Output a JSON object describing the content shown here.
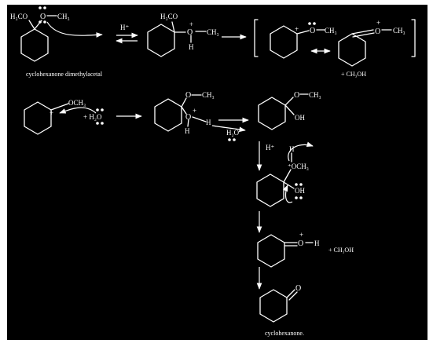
{
  "colors": {
    "background": "#000000",
    "foreground": "#ffffff",
    "page": "#ffffff"
  },
  "labels": {
    "h3co_1": "H₃CO",
    "o_1": "O",
    "ch3_1": "CH₃",
    "name_start": "cyclohexanone dimethylacetal",
    "hplus_1": "H⁺",
    "h3co_2": "H₃CO",
    "o_2": "O",
    "ch3_2": "CH₃",
    "h_2": "H",
    "plus_2": "+",
    "o_3": "O",
    "ch3_3": "CH₃",
    "plus_3": "+",
    "o_4": "O",
    "ch3_4": "CH₃",
    "plus_4": "+",
    "methanol_1": "+ CH₃OH",
    "och3_5": "OCH₃",
    "plus_5": "+",
    "water_add": "+ H₂O",
    "o_6a": "O",
    "ch3_6": "CH₃",
    "o_6b": "O",
    "plus_6": "+",
    "h_6a": "H",
    "h_6b": "H",
    "water_out": "H₂O",
    "o_7": "O",
    "ch3_7": "CH₃",
    "oh_7": "OH",
    "hplus_8": "H⁺",
    "h_9": "H",
    "och3_9": "⁺OCH₃",
    "oh_9": "OH",
    "o_10": "O",
    "h_10": "H",
    "plus_10": "+",
    "methanol_2": "+ CH₃OH",
    "o_11": "O",
    "name_end": "cyclohexanone."
  }
}
